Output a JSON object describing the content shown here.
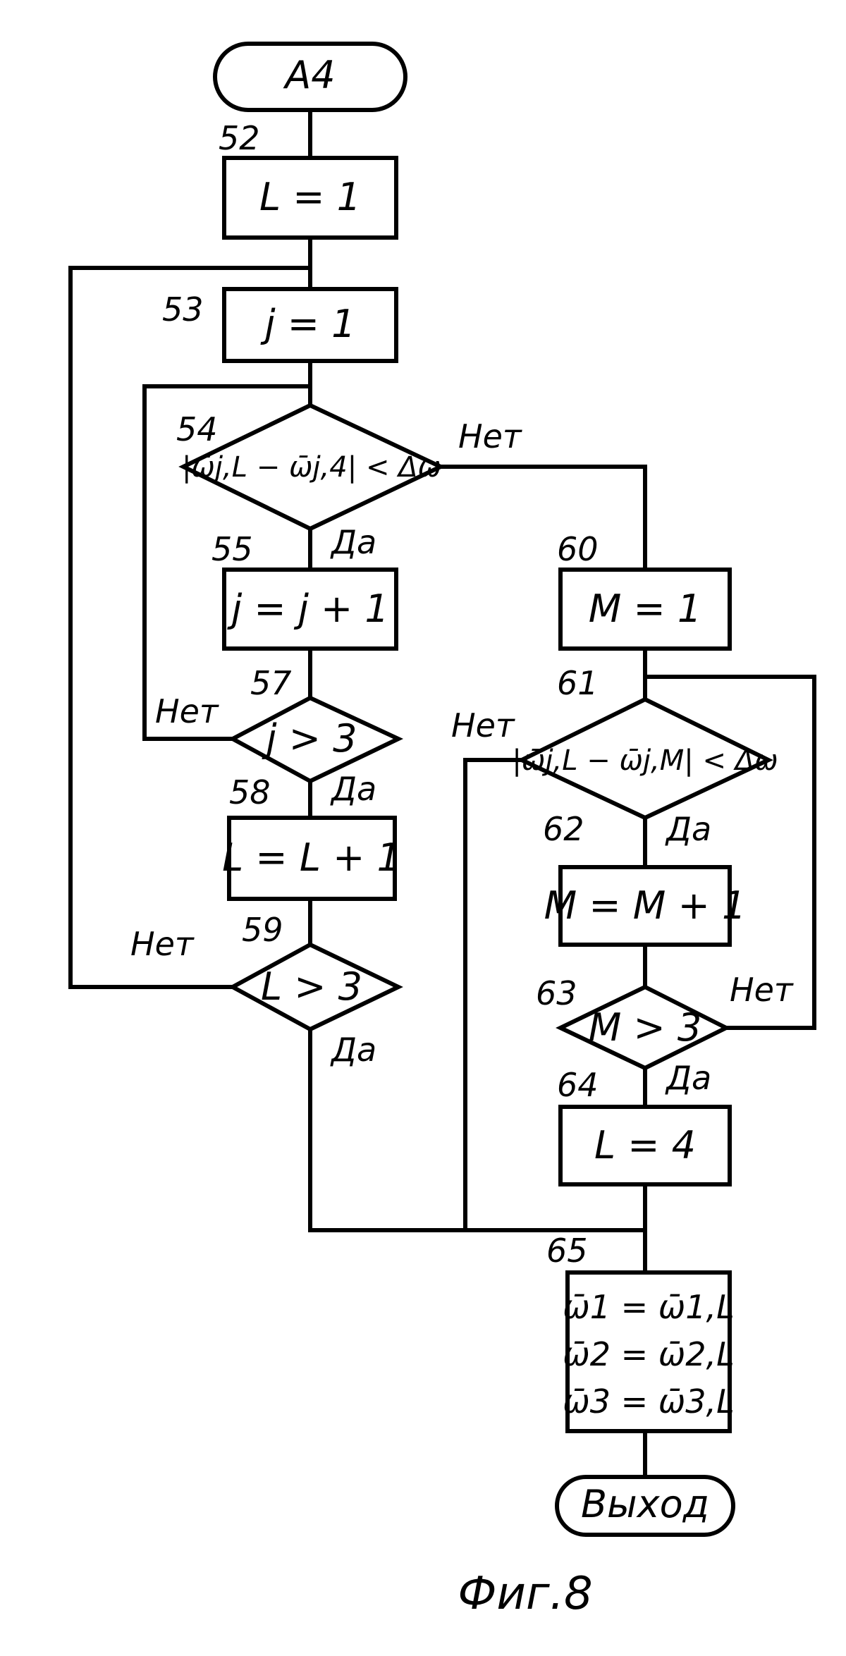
{
  "start": "A4",
  "end": "Выход",
  "caption": "Фиг.8",
  "yes": "Да",
  "no": "Нет",
  "nodes": {
    "n52": {
      "num": "52",
      "text": "L = 1"
    },
    "n53": {
      "num": "53",
      "text": "j = 1"
    },
    "n54": {
      "num": "54",
      "text": "|ω̄j,L − ω̄j,4| < Δω"
    },
    "n55": {
      "num": "55",
      "text": "j = j + 1"
    },
    "n57": {
      "num": "57",
      "text": "j > 3"
    },
    "n58": {
      "num": "58",
      "text": "L = L + 1"
    },
    "n59": {
      "num": "59",
      "text": "L > 3"
    },
    "n60": {
      "num": "60",
      "text": "M = 1"
    },
    "n61": {
      "num": "61",
      "text": "|ω̄j,L − ω̄j,M| < Δω"
    },
    "n62": {
      "num": "62",
      "text": "M = M + 1"
    },
    "n63": {
      "num": "63",
      "text": "M > 3"
    },
    "n64": {
      "num": "64",
      "text": "L = 4"
    },
    "n65": {
      "num": "65",
      "lines": [
        "ω̄1 = ω̄1,L",
        "ω̄2 = ω̄2,L",
        "ω̄3 = ω̄3,L"
      ]
    }
  }
}
